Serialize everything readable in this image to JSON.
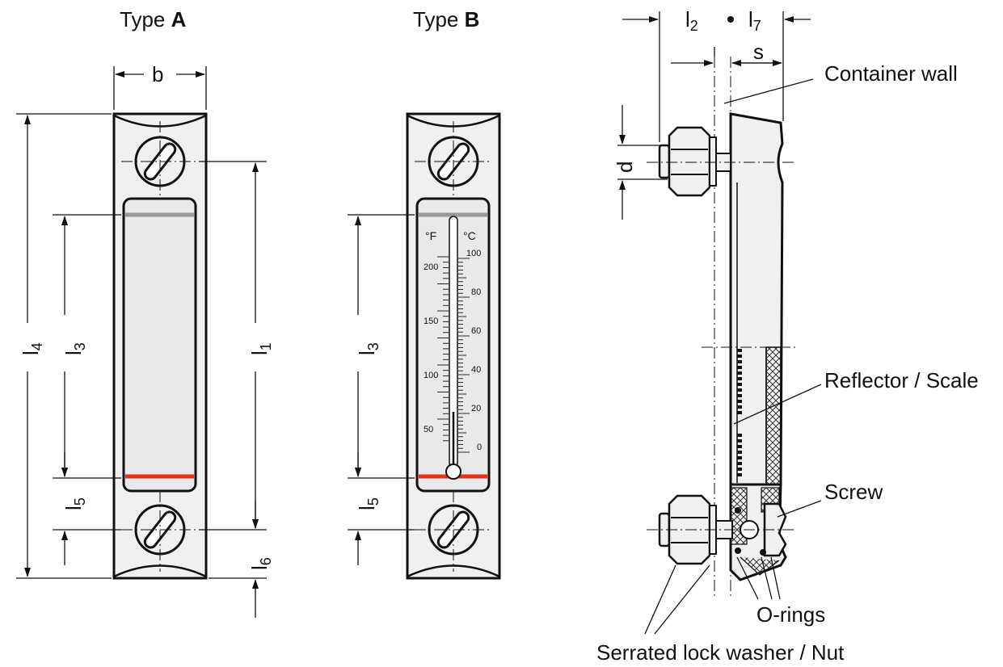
{
  "titles": {
    "type_a_prefix": "Type",
    "type_a_letter": "A",
    "type_b_prefix": "Type",
    "type_b_letter": "B"
  },
  "dims": {
    "b": "b",
    "l": "l",
    "s": "s",
    "d": "d",
    "l1_sub": "1",
    "l2_sub": "2",
    "l3_sub": "3",
    "l4_sub": "4",
    "l5_sub": "5",
    "l6_sub": "6",
    "l7_sub": "7"
  },
  "callouts": {
    "container_wall": "Container wall",
    "reflector_scale": "Reflector / Scale",
    "screw": "Screw",
    "o_rings": "O-rings",
    "washer_nut": "Serrated lock washer / Nut"
  },
  "thermometer": {
    "unit_f": "°F",
    "unit_c": "°C",
    "f_ticks": [
      "200",
      "150",
      "100",
      "50"
    ],
    "c_ticks": [
      "100",
      "80",
      "60",
      "40",
      "20",
      "0"
    ]
  },
  "colors": {
    "line": "#111111",
    "body": "#f0f0f0",
    "window": "#e8e8e8",
    "level_gray": "#9a9a9a",
    "level_red": "#e8311a"
  }
}
